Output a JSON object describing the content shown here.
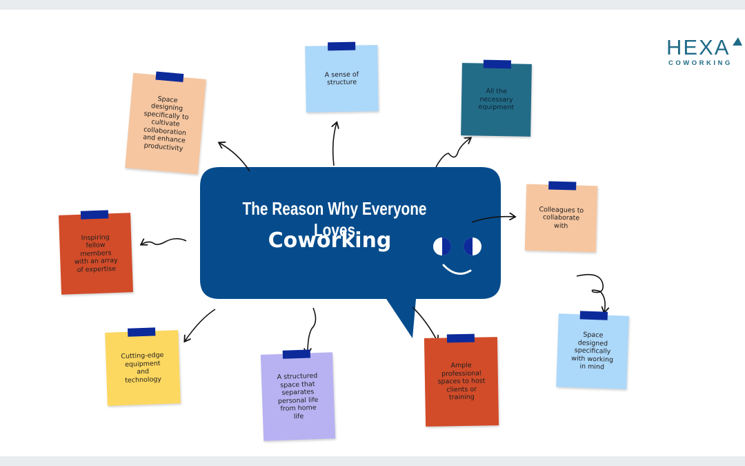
{
  "title": "The Reason Why Everyone Loves",
  "subtitle": "Coworking",
  "logo": {
    "word": "HEXA",
    "sub": "COWORKING"
  },
  "colors": {
    "bubble": "#064c8c",
    "tape": "#0d2a9a",
    "peach": "#f6c6a0",
    "light_blue": "#acd8fa",
    "teal": "#236c88",
    "orange_red": "#d24c2a",
    "yellow": "#fdd860",
    "lavender": "#b8b2f2",
    "logo": "#1f6a86"
  },
  "notes": [
    {
      "id": "structure",
      "text": "A sense of structure",
      "color": "light_blue"
    },
    {
      "id": "equipment",
      "text": "All the necessary equipment",
      "color": "teal"
    },
    {
      "id": "space-design",
      "text": "Space designing specifically to cultivate collaboration and enhance productivity",
      "color": "peach"
    },
    {
      "id": "colleagues",
      "text": "Colleagues to collaborate with",
      "color": "peach"
    },
    {
      "id": "inspiring",
      "text": "Inspiring fellow members with an array of expertise",
      "color": "orange_red"
    },
    {
      "id": "working-mind",
      "text": "Space designed specifically with working in mind",
      "color": "light_blue"
    },
    {
      "id": "cutting-edge",
      "text": "Cutting-edge equipment and technology",
      "color": "yellow"
    },
    {
      "id": "separates",
      "text": "A structured space that separates personal life from home life",
      "color": "lavender"
    },
    {
      "id": "professional",
      "text": "Ample professional spaces to host clients or training",
      "color": "orange_red"
    }
  ]
}
